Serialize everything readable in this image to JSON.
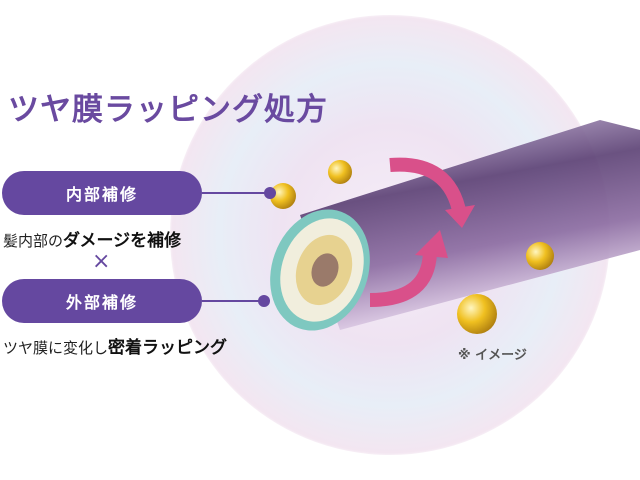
{
  "title": "ツヤ膜ラッピング処方",
  "inner": {
    "label": "内部補修",
    "desc_plain": "髪内部の",
    "desc_bold": "ダメージを補修"
  },
  "separator": "×",
  "outer": {
    "label": "外部補修",
    "desc_plain": "ツヤ膜に変化し",
    "desc_bold": "密着ラッピング"
  },
  "note": "※ イメージ",
  "colors": {
    "accent": "#6548a0",
    "arrow": "#d9508a",
    "gold": "#e8b820"
  }
}
